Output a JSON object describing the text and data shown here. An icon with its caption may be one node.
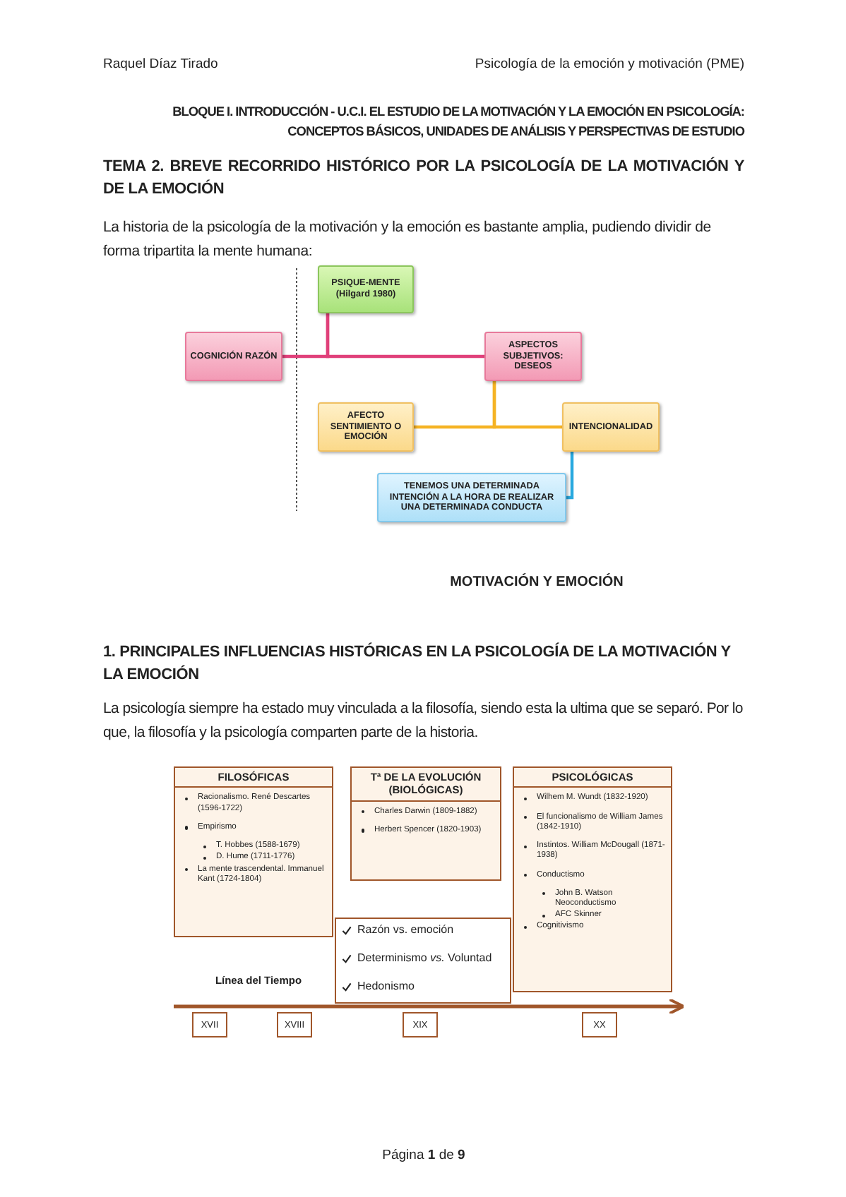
{
  "diagram": {
    "nodes": [
      {
        "text": [
          "PSIQUE-MENTE (Hilgard 1980)"
        ]
      },
      {
        "text": [
          "COGNICIÓN RAZÓN"
        ]
      },
      {
        "text": [
          "ASPECTOS SUBJETIVOS: DESEOS"
        ]
      },
      {
        "text": [
          "AFECTO SENTIMIENTO O EMOCIÓN"
        ]
      },
      {
        "text": [
          "INTENCIONALIDAD"
        ]
      },
      {
        "text": [
          "TENEMOS UNA DETERMINADA INTENCIÓN A LA HORA DE REALIZAR UNA DETERMINADA CONDUCTA"
        ]
      },
      {
        "text": [
          "FILOSÓFICAS",
          "Racionalismo. René Descartes (1596-1722)",
          "Empirismo",
          "T. Hobbes (1588-1679)",
          "D. Hume (1711-1776)",
          "La mente trascendental. Immanuel Kant (1724-1804)"
        ]
      },
      {
        "text": [
          "Tª DE LA EVOLUCIÓN (BIOLÓGICAS)",
          "Charles Darwin (1809-1882)",
          "Herbert Spencer (1820-1903)"
        ]
      },
      {
        "text": [
          "Razón vs. emoción",
          "Determinismo *vs.* Voluntad",
          "Hedonismo"
        ]
      },
      {
        "text": [
          "PSICOLÓGICAS",
          "Wilhem M. Wundt (1832-1920)",
          "El funcionalismo de William James (1842-1910)",
          "Instintos.  William McDougall (1871-1938)",
          "Conductismo",
          "John B. Watson Neoconductismo",
          "AFC Skinner",
          "Cognitivismo"
        ]
      },
      {
        "text": [
          "XVII"
        ]
      },
      {
        "text": [
          "XVIII"
        ]
      },
      {
        "text": [
          "XIX"
        ]
      },
      {
        "text": [
          "XX"
        ]
      }
    ],
    "edges": [
      {
        "from": 0,
        "to": 1,
        "arrow": "none",
        "color": "#e0407a"
      },
      {
        "from": 0,
        "to": 2,
        "arrow": "none",
        "color": "#e0407a"
      },
      {
        "from": 2,
        "to": 3,
        "arrow": "none",
        "color": "#f5b324"
      },
      {
        "from": 2,
        "to": 4,
        "arrow": "none",
        "color": "#f5b324"
      },
      {
        "from": 4,
        "to": 5,
        "arrow": "none",
        "color": "#29a9df"
      }
    ],
    "labels": [
      "Raquel Díaz Tirado",
      "Psicología de la emoción y motivación (PME)",
      "BLOQUE I. INTRODUCCIÓN - U.C.I. EL ESTUDIO DE LA MOTIVACIÓN Y LA EMOCIÓN EN PSICOLOGÍA: CONCEPTOS BÁSICOS, UNIDADES DE ANÁLISIS Y PERSPECTIVAS DE ESTUDIO",
      "TEMA 2. BREVE RECORRIDO HISTÓRICO POR LA PSICOLOGÍA DE LA MOTIVACIÓN Y DE LA EMOCIÓN",
      "La historia de la psicología de la motivación y la emoción es bastante amplia, pudiendo dividir de forma tripartita la mente humana:",
      "MOTIVACIÓN Y EMOCIÓN",
      "1. PRINCIPALES INFLUENCIAS HISTÓRICAS EN LA PSICOLOGÍA DE LA MOTIVACIÓN Y LA EMOCIÓN",
      "La psicología siempre ha estado muy vinculada a la filosofía, siendo esta la ultima que se separó. Por lo que, la filosofía y la psicología comparten parte de la historia.",
      "Línea del Tiempo",
      "Página **1** de **9**"
    ]
  }
}
